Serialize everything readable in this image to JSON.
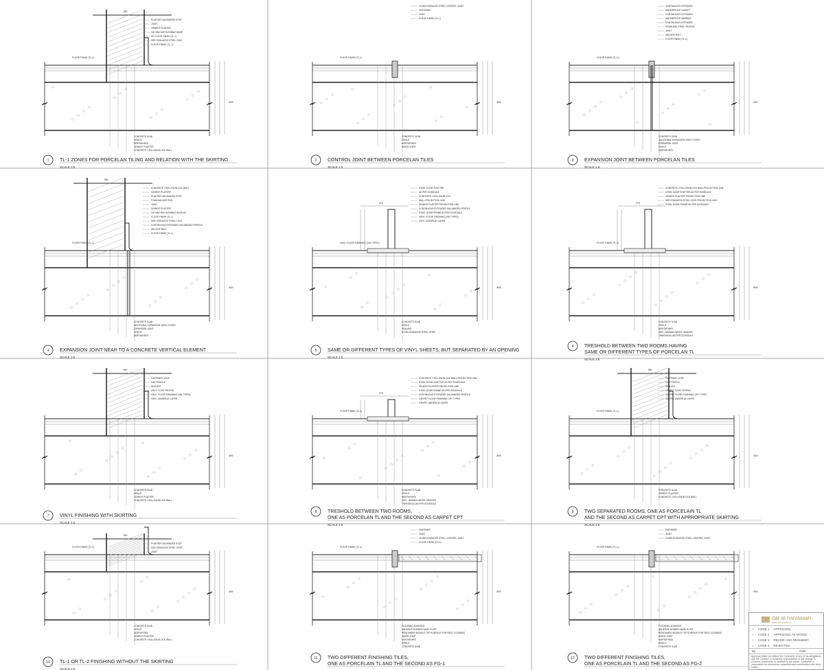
{
  "panels": [
    {
      "num": "1",
      "title": "TL-1 ZONES FOR PORCELAN TILING AND RELATION WITH THE SKIRTING",
      "scale": "SCALE  1:5",
      "type": "wall",
      "top_labels": [
        "PLASTER GALVANIZED STOP",
        "JOINT",
        "CEMENT PLASTER",
        "100 MM HIGH SUITABLE BASE",
        "AS FLOOR FINISH (TL-1)",
        "SSR STAINLESS STEEL COVE",
        "FLOOR FINISH (TL-1)"
      ],
      "bottom_labels": [
        "CONCRETE SLAB",
        "GROUT",
        "MORTAR BED",
        "CEMENT PLASTER",
        "CONCRETE / HOLLOW BLOCK WALL"
      ],
      "floor_label": "FLOOR FINISH (TL-1)"
    },
    {
      "num": "2",
      "title": "CONTROL JOINT BETWEEN PORCELAN TILES",
      "scale": "SCALE  1:5",
      "type": "joint",
      "top_labels": [
        "10 MM STAINLESS STEEL CONTROL JOINT",
        "FASTENER",
        "JOINT",
        "FLOOR FINISH (TL-1)"
      ],
      "bottom_labels": [
        "CONCRETE SLAB",
        "GROUT",
        "MORTAR BED",
        "INSIDE JOINT"
      ],
      "floor_label": "FLOOR FINISH (TL-1)"
    },
    {
      "num": "3",
      "title": "EXPANSION JOINT BETWEEN PORCELAN TILES",
      "scale": "SCALE  1:5",
      "type": "expansion",
      "top_labels": [
        "CONTINUOUS EXTRUDED",
        "WATERPROOF GASKET",
        "CONTINUOUS EXTRUDED",
        "WATERPROOF BARRIER",
        "CONTINUOUS EXTRUDED",
        "STAINLESS STEEL PROFILE",
        "JOINT",
        "ANCHOR BOLT",
        "FLOOR FINISH (TL-1)"
      ],
      "bottom_labels": [
        "CONCRETE SLAB",
        "ADDITIONAL EXPANSION JOINT COVER",
        "EXPANSION JOINT",
        "GROUT",
        "MORTAR BED"
      ],
      "floor_label": "FLOOR FINISH (TL-1)"
    },
    {
      "num": "4",
      "title": "EXPANSION JOINT NEAR TO A CONCRETE VERTICAL ELEMENT",
      "scale": "SCALE  1:5",
      "type": "wall-expansion",
      "top_labels": [
        "CONCRETE / HOLLOW BLOCK WALL",
        "CEMENT PLASTER",
        "PLASTER GALVANIZED STOP",
        "FOAM BACKER ROD",
        "JOINT",
        "CEMENT PLASTER",
        "100 MM HIGH SUITABLE BASE AS",
        "FLOOR FINISH (TL-1)",
        "SSR STAINLESS STEEL COVE",
        "CONTINUOUS EXTRUDED GALVANIZED PROFILE",
        "ANCHOR BOLT",
        "FLOOR FINISH (TL-1)"
      ],
      "bottom_labels": [
        "CONCRETE SLAB",
        "ADDITIONAL EXPANSION JOINT COVER",
        "EXPANSION JOINT",
        "GROUT",
        "MORTAR BED"
      ],
      "floor_label": "FLOOR FINISH (TL-1)"
    },
    {
      "num": "5",
      "title": "SAME OR DIFFERENT TYPES OF VINYL SHEETS, BUT SEPARATED BY AN OPENING",
      "scale": "SCALE  1:5",
      "type": "door",
      "top_labels": [
        "STEEL DOOR SHUTTER",
        "AS PER SCHEDULE",
        "CONCRETE / HOLLOW BLOCK",
        "WALL PROJECTION LINE",
        "CEMENT PLASTER PROJECTION LINE",
        "CONTINUOUS EXTRUDED GALVANIZED PROFILE",
        "STEEL DOOR FRAME AS PER SCHEDULE",
        "VINYL FLOOR FINISHING (VIN TYPES)",
        "VINYL UNDERLAY LAYER"
      ],
      "bottom_labels": [
        "CONCRETE SLAB",
        "GROUT",
        "SEALANT",
        "50 MM STAINLESS STEEL STRIP"
      ],
      "floor_label": "VINYL FLOOR FINISHING (VIN TYPES)"
    },
    {
      "num": "6",
      "title": "TRESHOLD BETWEEN TWO ROOMS HAVING",
      "title2": "SAME OR DIFFERENT TYPES OF PORCELAN TL",
      "scale": "SCALE  1:5",
      "type": "door",
      "top_labels": [
        "CONCRETE / HOLLOW BLOCK WALL PROJECTION LINE",
        "STEEL DOOR SHUTTER AS PER SCHEDULE",
        "CEMENT PLASTER PROJECTION LINE",
        "SSR STAINLESS STEEL COVE PROJECTION LINE",
        "STEEL DOOR FRAME AS PER SCHEDULE"
      ],
      "bottom_labels": [
        "CONCRETE SLAB",
        "GROUT",
        "MORTAR BED",
        "GEO - NASMAH WHITE GRANITE",
        "THRESHOLD AS PER SCHEDULE"
      ],
      "floor_label": "FLOOR FINISH (TL-1)"
    },
    {
      "num": "7",
      "title": "VINYL FINISHING WITH SKIRTING",
      "scale": "SCALE  1:5",
      "type": "wall",
      "top_labels": [
        "FASTENER COVE",
        "CAP PROFILE",
        "SEALANT",
        "VINYL COVE PROFILE",
        "VINYL FLOOR FINISHING (VIN TYPES)",
        "VINYL UNDERLAY LAYER"
      ],
      "bottom_labels": [
        "CONCRETE SLAB",
        "GROUT",
        "CEMENT PLASTER",
        "CONCRETE / HOLLOW BLOCK WALL"
      ],
      "floor_label": ""
    },
    {
      "num": "8",
      "title": "TRESHOLD BETWEEN TWO ROOMS,",
      "title2": "ONE AS PORCELAN TL AND THE SECOND AS CARPET CPT",
      "scale": "SCALE  1:5",
      "type": "door",
      "top_labels": [
        "CONCRETE / HOLLOW BLOCK WALL PROJECTION LINE",
        "STEEL DOOR SHUTTER AS PER SCHEDULE",
        "CEMENT PLASTER PROJECTION LINE",
        "STEEL DOOR FRAME AS PER SCHEDULE",
        "CONTINUOUS EXTRUDED GALVANIZED PROFILE",
        "CARPET FLOOR FINISHING CPT TYPES",
        "CARPET UNDERLAY LAYER"
      ],
      "bottom_labels": [
        "CONCRETE SLAB",
        "GROUT",
        "MORTAR BED",
        "GEO - NASMAH WHITE GRANITE",
        "THRESHOLD AS PER SCHEDULE"
      ],
      "floor_label": "FLOOR FINISH (TL-1)"
    },
    {
      "num": "9",
      "title": "TWO SEPARATED ROOMS, ONE AS PORCELAIN TL",
      "title2": "AND THE SECOND AS CARPET CPT WITH APPROPRIATE SKIRTING",
      "scale": "SCALE  1:5",
      "type": "wall",
      "top_labels": [
        "FASTENER COVE",
        "CAP PROFILE",
        "SEALANT",
        "CARPET COVE PROFILE",
        "CARPET FLOOR FINISHING CPT TYPES",
        "CARPET UNDERLAY LAYER"
      ],
      "bottom_labels": [
        "CONCRETE SLAB",
        "CEMENT PLASTER",
        "CONCRETE / HOLLOW BLOCK WALL"
      ],
      "floor_label": "FLOOR FINISH (TL-1)"
    },
    {
      "num": "10",
      "title": "TL-1 OR TL-2 FINISHING WITHOUT THE SKIRTING",
      "scale": "SCALE  1:5",
      "type": "wall",
      "top_labels": [
        "PLASTER GALVANIZED STOP",
        "SSR STAINLESS STEEL COVE",
        "JOINT"
      ],
      "bottom_labels": [
        "CONCRETE SLAB",
        "GROUT",
        "MORTAR BED",
        "CEMENT PLASTER",
        "CONCRETE / HOLLOW BLOCK WALL"
      ],
      "floor_label": "FLOOR FINISH (TL-1)"
    },
    {
      "num": "11",
      "title": "TWO DIFFERENT FINISHING TILES,",
      "title2": "ONE AS PORCELAIN TL AND THE SECOND AS FG-1",
      "scale": "SCALE  1:5",
      "type": "raised",
      "top_labels": [
        "FASTENER",
        "JOINT",
        "10 MM STAINLESS STEEL CONTROL JOINT",
        "FLOOR FINISH (FG-1)"
      ],
      "bottom_labels": [
        "FLOORING ADHESIVE",
        "ADHESIVE BONDED BASE PLATE",
        "REMOVABLE MODULE TOP SURFACE FOR FIELD CLEANING",
        "INSIDE JOINT",
        "MORTAR BED",
        "GROUT",
        "CONCRETE SLAB"
      ],
      "floor_label": "FLOOR FINISH (TL-1)"
    },
    {
      "num": "12",
      "title": "TWO DIFFERENT FINISHING TILES,",
      "title2": "ONE AS PORCELAIN TL AND THE SECOND AS FG-2",
      "scale": "SCALE  1:5",
      "type": "raised",
      "top_labels": [
        "FASTENER",
        "JOINT",
        "10 MM STAINLESS STEEL CONTROL JOINT"
      ],
      "bottom_labels": [
        "FLOORING ADHESIVE",
        "ADHESIVE BONDED BASE PLATE",
        "REMOVABLE MODULE TOP SURFACE FOR FIELD CLEANING",
        "INSIDE JOINT",
        "MORTAR BED",
        "GROUT",
        "CONCRETE SLAB"
      ],
      "floor_label": "FLOOR FINISH (TL-1)"
    }
  ],
  "title_block": {
    "company": "dar al handasah",
    "company_sub": "shair and partners",
    "codes": [
      {
        "code": "CODE 1",
        "status": "APPROVED"
      },
      {
        "code": "CODE 2",
        "status": "APPROVED AS NOTED"
      },
      {
        "code": "CODE 3",
        "status": "REVISE AND RESUBMIT"
      },
      {
        "code": "CODE 4",
        "status": "REJECTED"
      }
    ],
    "by_label": "By:",
    "date_label": "Date:",
    "note": "Approval sheet not relieve the Contractor of any of his obligations and the Contract or constitute authorization of any change in Contract Documents or variation to the works. Contractor is responsible for dimensions, quantities and coordination with other trades."
  },
  "colors": {
    "line": "#222222",
    "thin": "#888888",
    "hatch": "#999999",
    "logo": "#c9b48a"
  }
}
